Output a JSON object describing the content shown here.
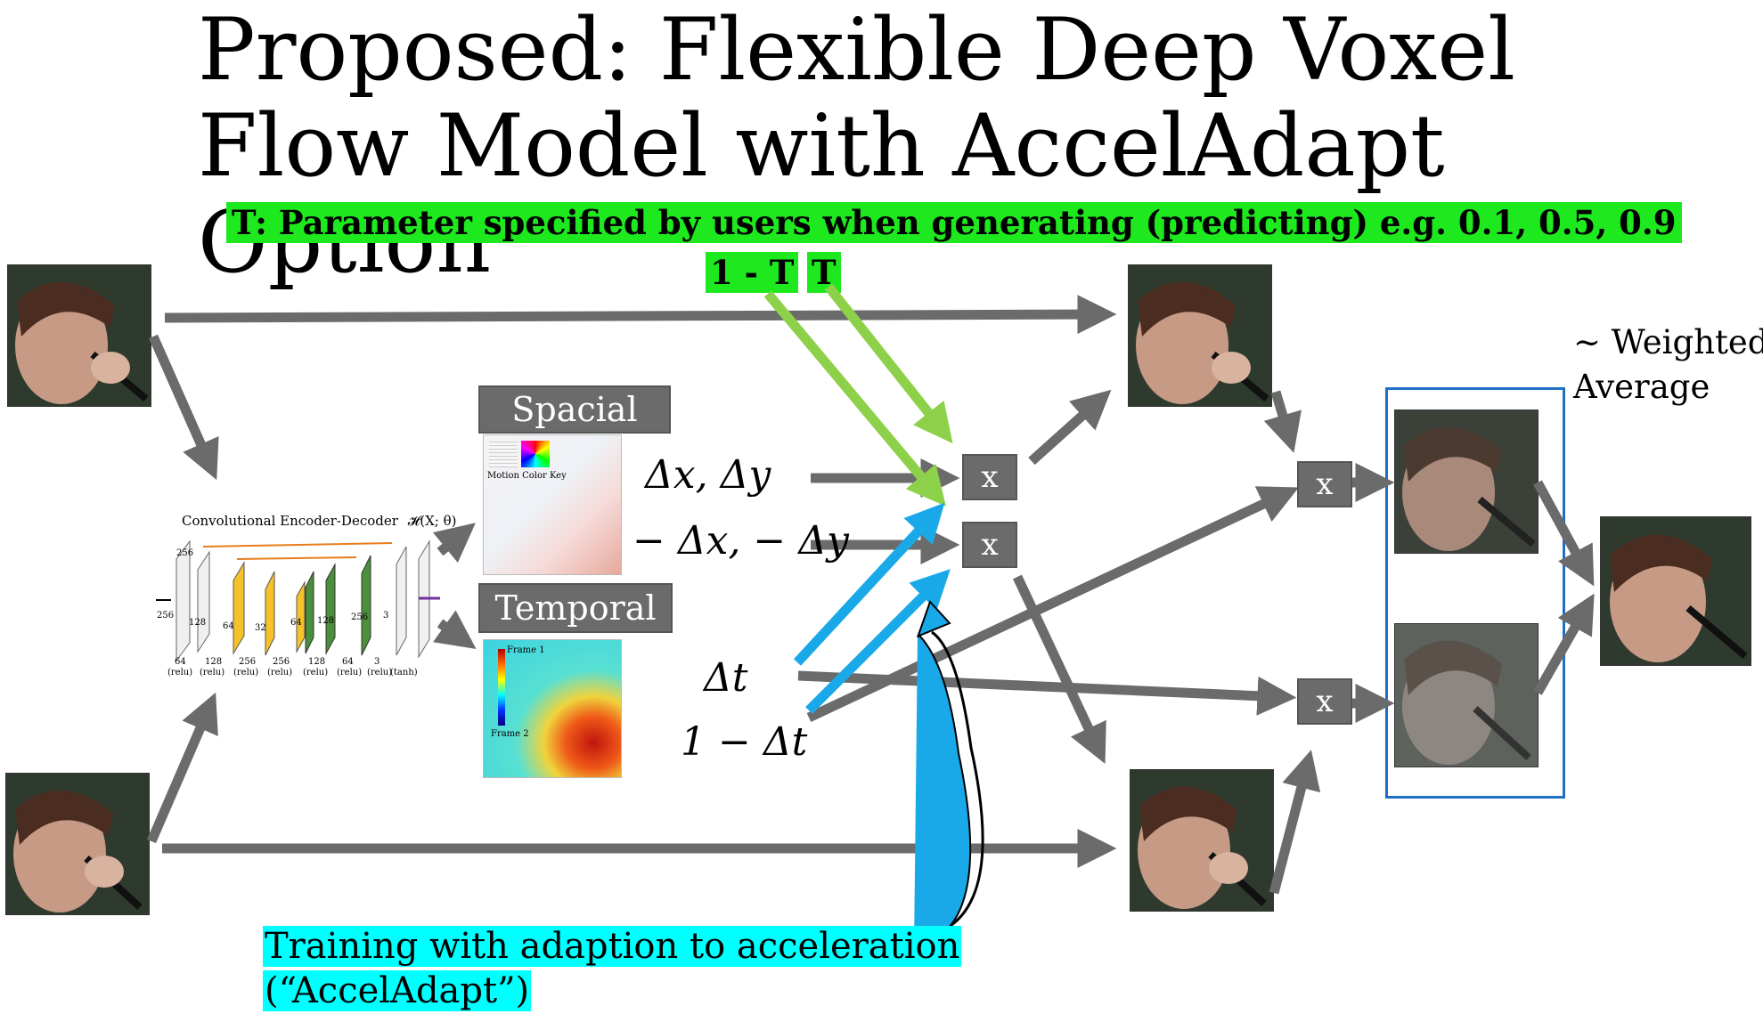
{
  "title": "Proposed: Flexible Deep Voxel Flow Model with AccelAdapt Option",
  "param_banner": "T: Parameter specified by users when generating (predicting) e.g. 0.1, 0.5, 0.9",
  "tag_one_minus_t": "1 - T",
  "tag_t": "T",
  "weighted_average": [
    "~ Weighted",
    "Average"
  ],
  "spacial_label": "Spacial",
  "temporal_label": "Temporal",
  "motion_color_key": "Motion Color Key",
  "frame1": "Frame 1",
  "frame2": "Frame 2",
  "encoder_title": "Convolutional Encoder-Decoder",
  "encoder_formula": "𝓗(X; θ)",
  "delta_xy": "Δx, Δy",
  "neg_delta_xy": "− Δx, − Δy",
  "delta_t": "Δt",
  "one_minus_delta_t": "1 − Δt",
  "multiply_symbol": "x",
  "accel_text": [
    "Training with adaption to acceleration",
    "(“AccelAdapt”)"
  ],
  "enc_layers_top": [
    "256",
    "128",
    "64",
    "32",
    "64",
    "128",
    "256",
    "3"
  ],
  "enc_layers_bottom": [
    "64",
    "128",
    "256",
    "256",
    "128",
    "64",
    "3"
  ],
  "enc_acts": [
    "(relu)",
    "(relu)",
    "(relu)",
    "(relu)",
    "(relu)",
    "(relu)",
    "(relu)",
    "(tanh)"
  ],
  "colors": {
    "arrow": "#6b6b6b",
    "green_arrow": "#8dd14a",
    "blue_arrow": "#1aa9e8",
    "banner": "#1ee81e",
    "accel_bg": "#00ffff",
    "group_border": "#1f6fc4"
  }
}
